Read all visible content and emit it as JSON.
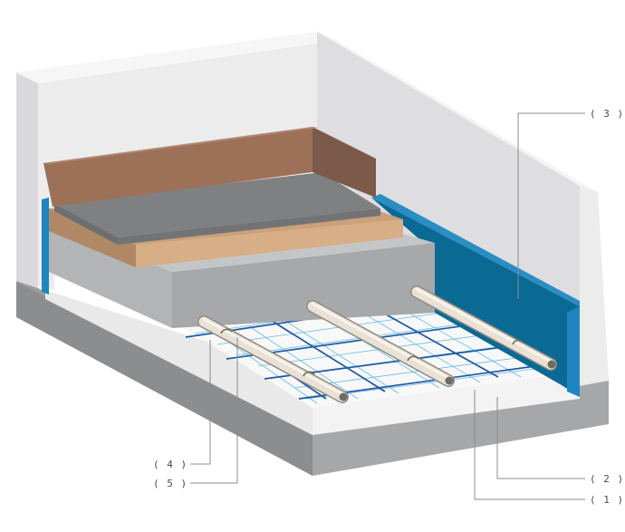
{
  "callouts": {
    "c1": "( 1 )",
    "c2": "( 2 )",
    "c3": "( 3 )",
    "c4": "( 4 )",
    "c5": "( 5 )"
  },
  "colors": {
    "wall_light": "#ededee",
    "wall_side": "#dadadc",
    "slab_gray": "#a9aaac",
    "base_gray": "#8d8e90",
    "insulation_white": "#f3f3f4",
    "mesh_blue": "#1a5aa8",
    "grid_light_blue": "#4fb1e0",
    "edge_strip_blue": "#1f7fb5",
    "edge_strip_dark": "#0b6690",
    "pipe_beige": "#e6ded1",
    "screed_gray": "#bfc0c2",
    "wood_light": "#d6ab84",
    "membrane_gray": "#808183",
    "parquet_brown": "#9c7158",
    "parquet_dark": "#7c5a4a"
  }
}
